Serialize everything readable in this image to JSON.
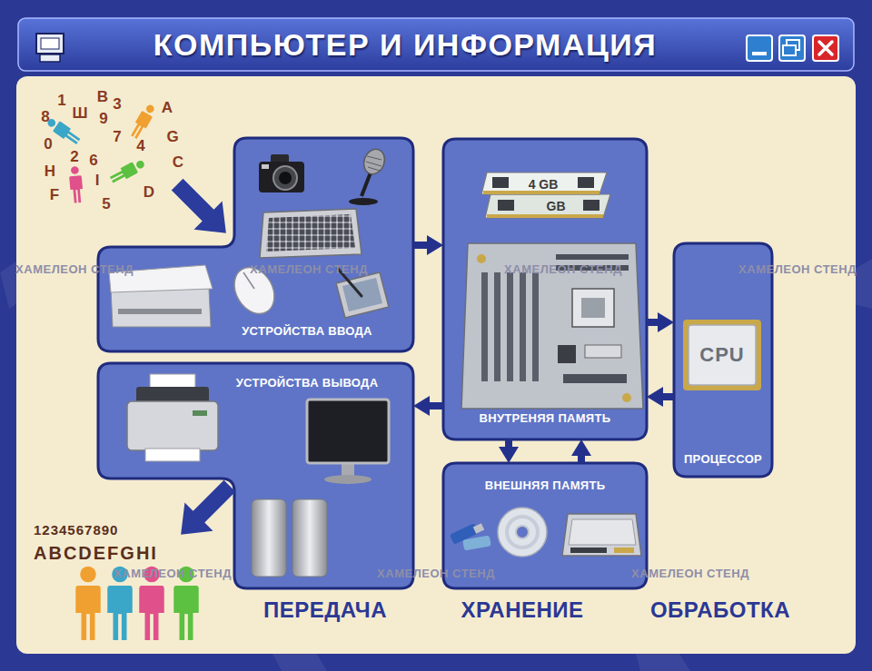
{
  "diagram": {
    "title": "КОМПЬЮТЕР И ИНФОРМАЦИЯ",
    "nodes": [
      {
        "text": [
          "УСТРОЙСТВА ВВОДА"
        ]
      },
      {
        "text": [
          "ВНУТРЕНЯЯ ПАМЯТЬ"
        ]
      },
      {
        "text": [
          "ПРОЦЕССОР"
        ]
      },
      {
        "text": [
          "УСТРОЙСТВА ВЫВОДА"
        ]
      },
      {
        "text": [
          "ВНЕШНЯЯ ПАМЯТЬ"
        ]
      }
    ],
    "edges": [
      {
        "from": 0,
        "to": 1,
        "arrow": "to"
      },
      {
        "from": 1,
        "to": 2,
        "arrow": "to"
      },
      {
        "from": 2,
        "to": 1,
        "arrow": "to"
      },
      {
        "from": 1,
        "to": 3,
        "arrow": "to"
      },
      {
        "from": 1,
        "to": 4,
        "arrow": "to"
      },
      {
        "from": 4,
        "to": 1,
        "arrow": "to"
      }
    ],
    "labels": [
      "8",
      "1",
      "B",
      "3",
      "Ш",
      "9",
      "A",
      "7",
      "0",
      "4",
      "G",
      "2",
      "6",
      "H",
      "C",
      "I",
      "F",
      "D",
      "5",
      "ХАМЕЛЕОН СТЕНД",
      "ХАМЕЛЕОН СТЕНД",
      "ХАМЕЛЕОН СТЕНД",
      "ХАМЕЛЕОН СТЕНД",
      "ХАМЕЛЕОН СТЕНД",
      "ХАМЕЛЕОН СТЕНД",
      "ХАМЕЛЕОН СТЕНД",
      "4 GB",
      "GB",
      "CPU",
      "1234567890",
      "ABCDEFGHI",
      "ПЕРЕДАЧА",
      "ХРАНЕНИЕ",
      "ОБРАБОТКА"
    ]
  }
}
